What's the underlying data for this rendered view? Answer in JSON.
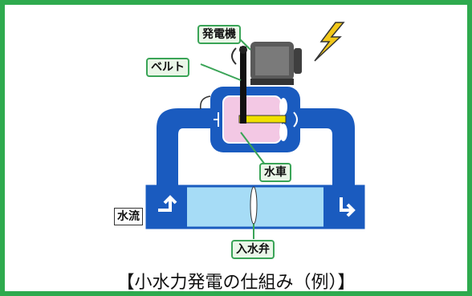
{
  "labels": {
    "generator": "発電機",
    "belt": "ベルト",
    "waterwheel": "水車",
    "water_flow": "水流",
    "inlet_valve": "入水弁"
  },
  "caption": "【小水力発電の仕組み（例）】",
  "colors": {
    "frame": "#2eaa4e",
    "pipe": "#1a5bbf",
    "water": "#a6dcf6",
    "label_bg": "#eaf6e8",
    "lightning": "#f2c81a"
  }
}
